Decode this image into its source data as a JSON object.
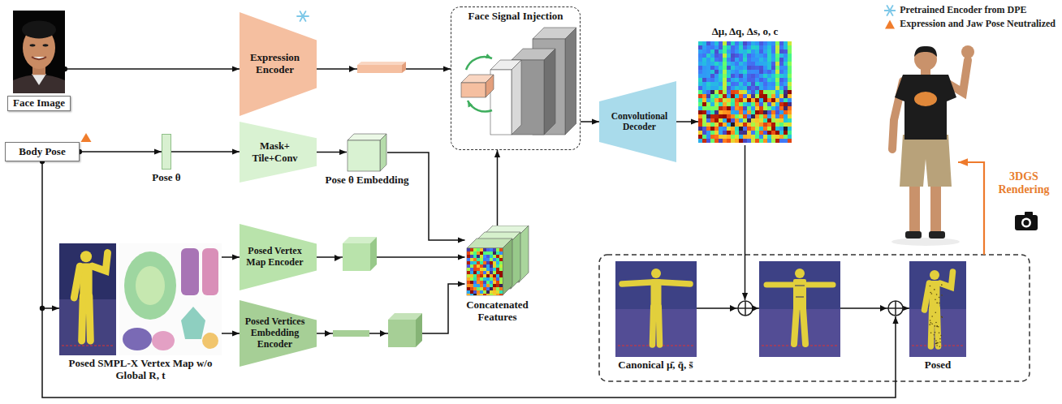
{
  "diagram": {
    "nodes": [
      {
        "text": [
          "Face Image"
        ]
      },
      {
        "text": [
          "Body Pose"
        ]
      },
      {
        "text": [
          "Expression Encoder"
        ]
      },
      {
        "text": [
          "Pose θ"
        ]
      },
      {
        "text": [
          "Mask+ Tile+Conv"
        ]
      },
      {
        "text": [
          "Pose θ Embedding"
        ]
      },
      {
        "text": [
          "Posed SMPL-X Vertex Map w/o Global R, t"
        ]
      },
      {
        "text": [
          "Posed Vertex Map Encoder"
        ]
      },
      {
        "text": [
          "Posed Vertices Embedding Encoder"
        ]
      },
      {
        "text": [
          "Face Signal Injection"
        ]
      },
      {
        "text": [
          "Concatenated Features"
        ]
      },
      {
        "text": [
          "Convolutional Decoder"
        ]
      },
      {
        "text": [
          "Δμ, Δq, Δs, o, c"
        ]
      },
      {
        "text": [
          "Canonical μ̄, q̄, s̄"
        ]
      },
      {
        "text": [
          "Posed"
        ]
      }
    ],
    "edges": [
      {
        "from": 0,
        "to": 2,
        "arrow": "to"
      },
      {
        "from": 1,
        "to": 3,
        "arrow": "to"
      },
      {
        "from": 3,
        "to": 4,
        "arrow": "to"
      },
      {
        "from": 4,
        "to": 5,
        "arrow": "to"
      },
      {
        "from": 1,
        "to": 6,
        "arrow": "to"
      },
      {
        "from": 6,
        "to": 7,
        "arrow": "to"
      },
      {
        "from": 6,
        "to": 8,
        "arrow": "to"
      },
      {
        "from": 5,
        "to": 10,
        "arrow": "to"
      },
      {
        "from": 7,
        "to": 10,
        "arrow": "to"
      },
      {
        "from": 8,
        "to": 10,
        "arrow": "to"
      },
      {
        "from": 2,
        "to": 9,
        "arrow": "to"
      },
      {
        "from": 10,
        "to": 9,
        "arrow": "to"
      },
      {
        "from": 9,
        "to": 11,
        "arrow": "to"
      },
      {
        "from": 11,
        "to": 12,
        "arrow": "to"
      },
      {
        "from": 13,
        "to": 14,
        "arrow": "to"
      }
    ],
    "labels": [
      "3DGS Rendering"
    ],
    "legend": [
      {
        "text": "Pretrained Encoder from DPE"
      },
      {
        "text": "Expression and Jaw Pose Neutralized"
      }
    ]
  }
}
